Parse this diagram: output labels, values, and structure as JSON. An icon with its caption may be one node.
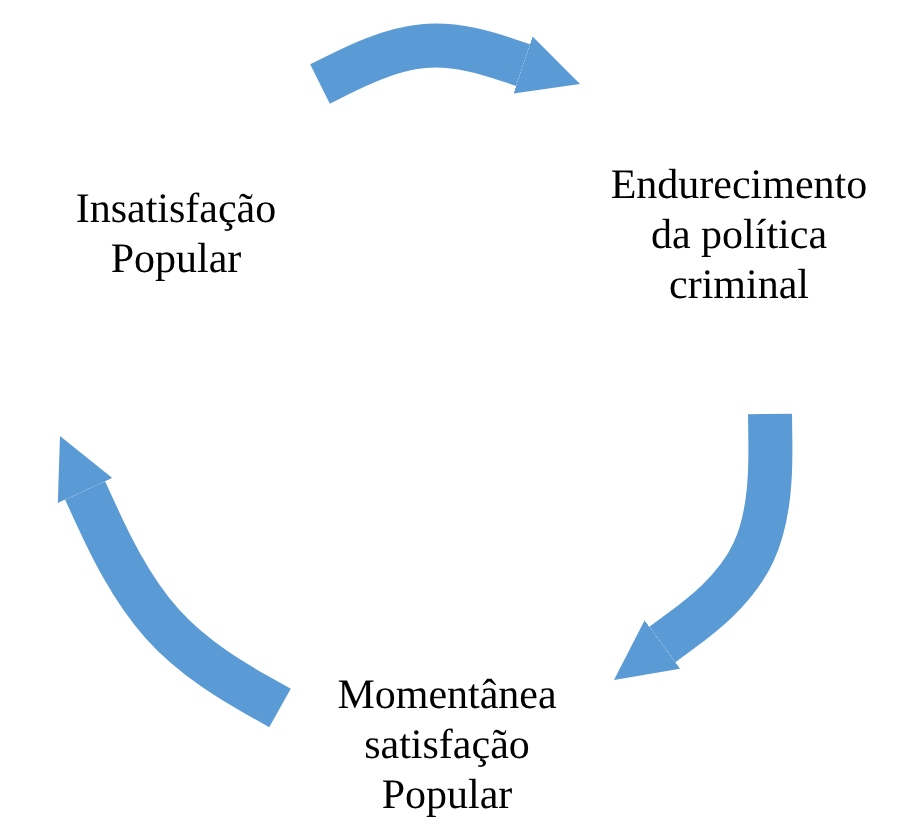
{
  "diagram": {
    "nodes": [
      {
        "text": [
          "Insatisfação Popular"
        ]
      },
      {
        "text": [
          "Endurecimento da política criminal"
        ]
      },
      {
        "text": [
          "Momentânea satisfação Popular"
        ]
      }
    ],
    "edges": [
      {
        "from": 0,
        "to": 1,
        "arrow": "to"
      },
      {
        "from": 1,
        "to": 2,
        "arrow": "to"
      },
      {
        "from": 2,
        "to": 0,
        "arrow": "to"
      }
    ]
  }
}
